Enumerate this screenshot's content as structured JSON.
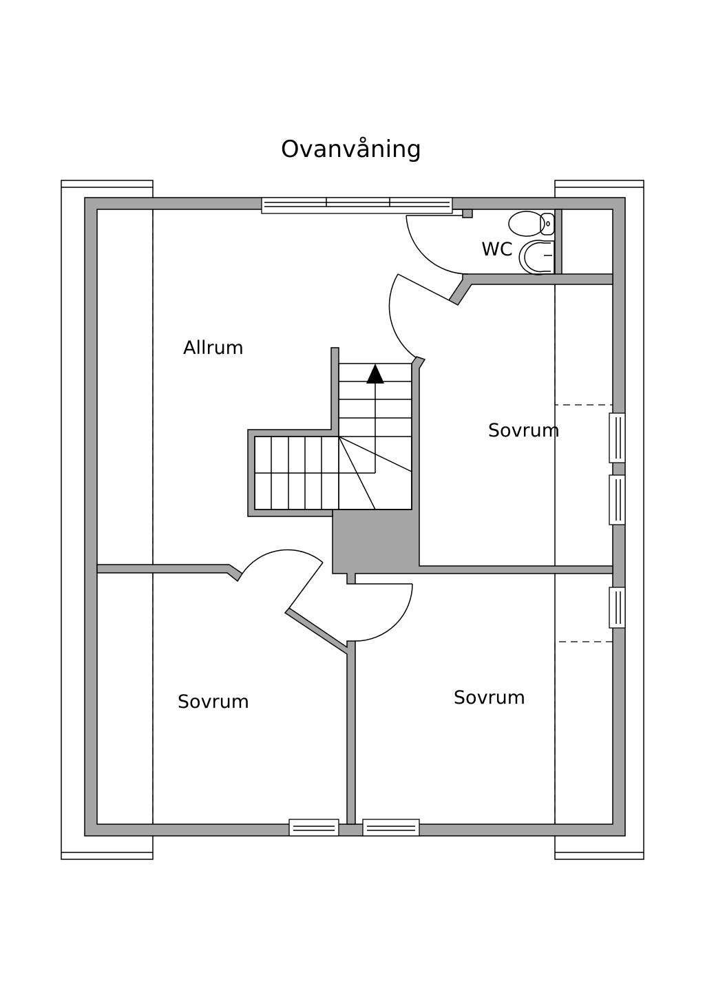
{
  "title": "Ovanvåning",
  "rooms": {
    "allrum": "Allrum",
    "wc": "WC",
    "sovrum_right": "Sovrum",
    "sovrum_bottom_left": "Sovrum",
    "sovrum_bottom_right": "Sovrum"
  },
  "colors": {
    "wall": "#a6a6a6",
    "line": "#000000"
  }
}
